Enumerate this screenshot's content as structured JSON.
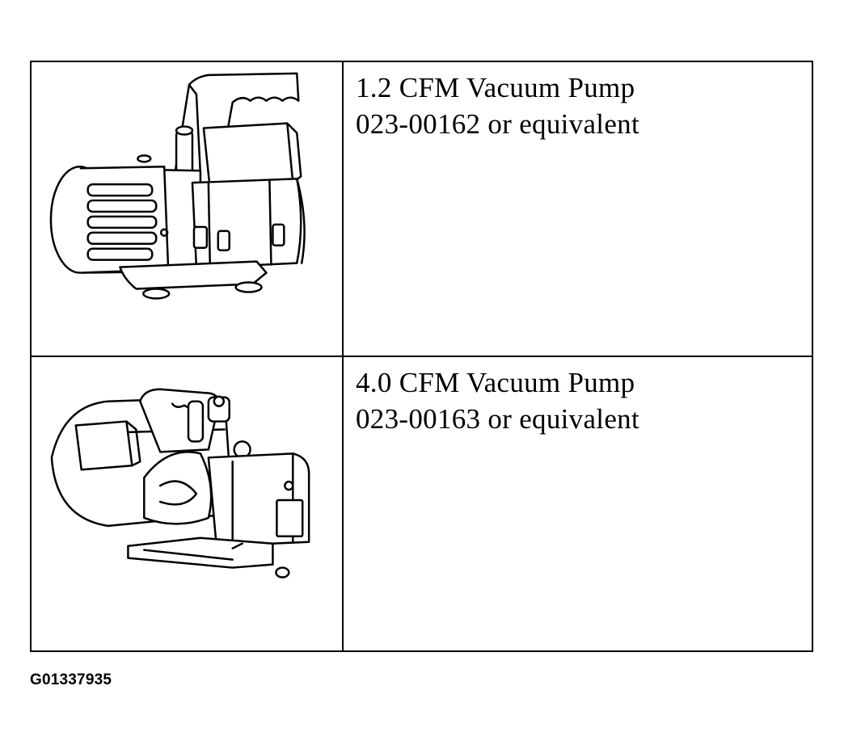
{
  "items": [
    {
      "name": "1.2 CFM Vacuum Pump",
      "part": "023-00162 or equivalent",
      "illustration": "small-vacuum-pump-icon"
    },
    {
      "name": "4.0 CFM Vacuum Pump",
      "part": "023-00163 or equivalent",
      "illustration": "large-vacuum-pump-icon"
    }
  ],
  "figure_id": "G01337935"
}
